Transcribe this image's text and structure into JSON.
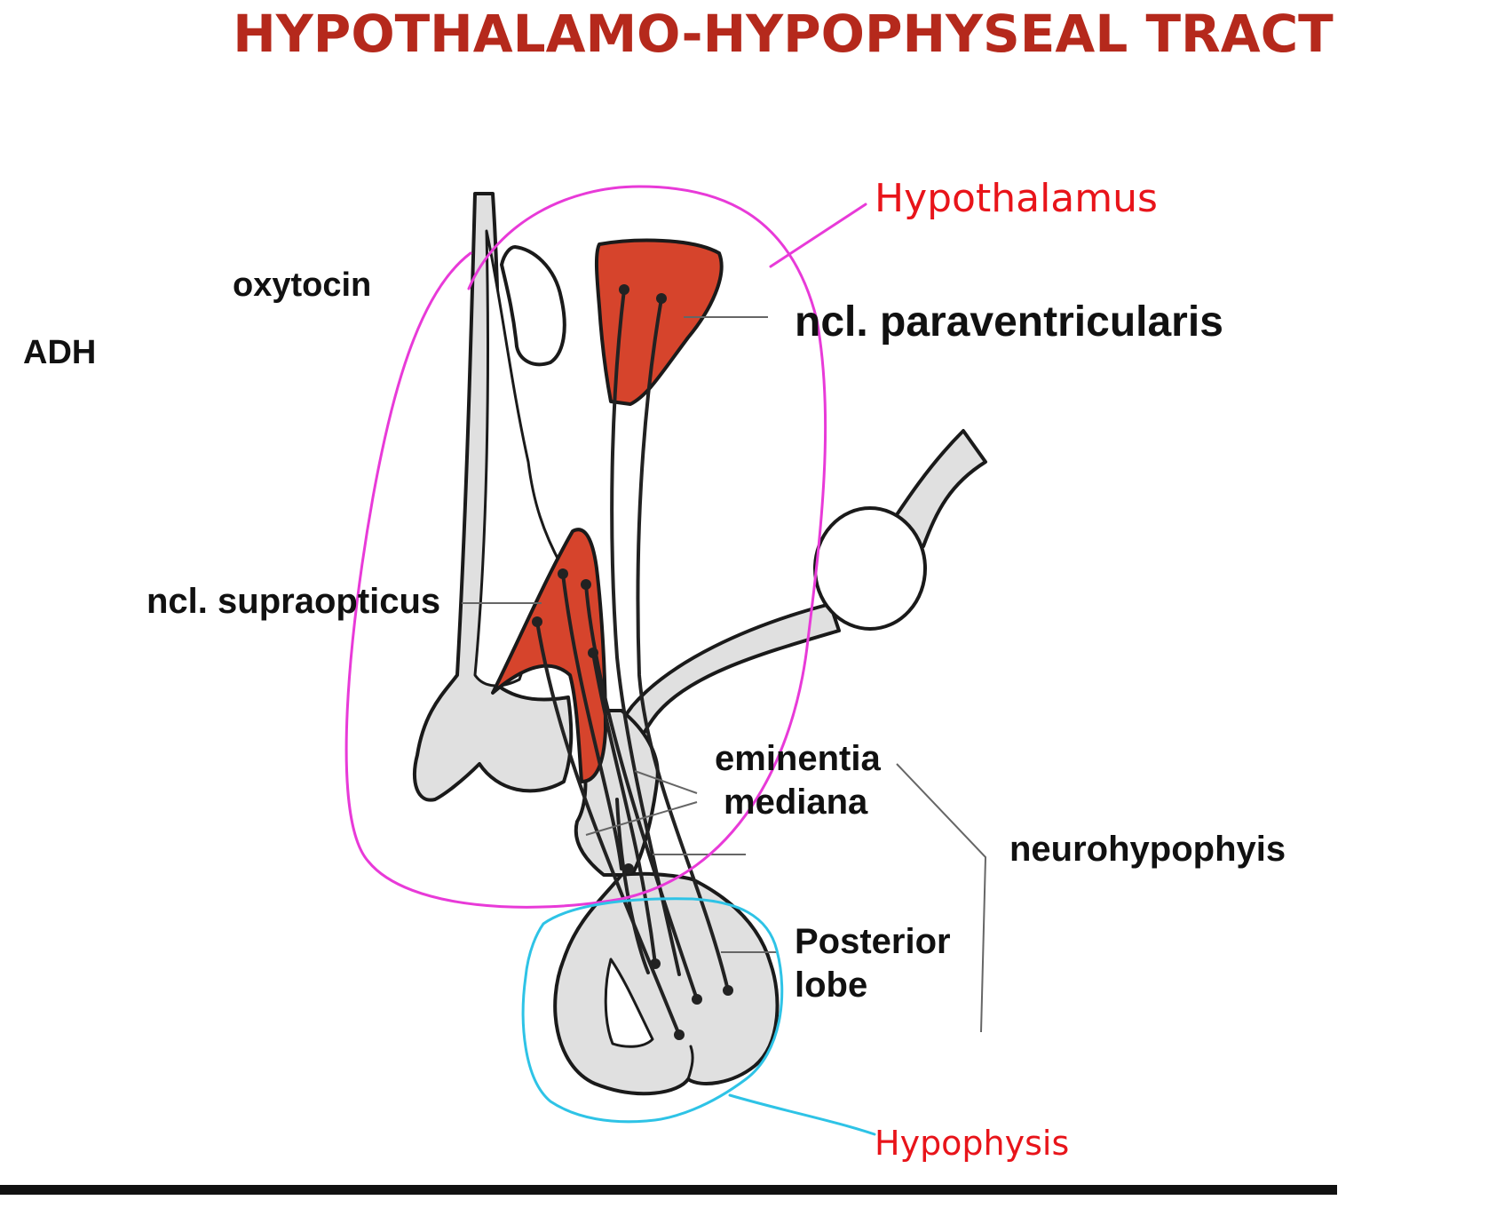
{
  "title": "HYPOTHALAMO-HYPOPHYSEAL TRACT",
  "labels": {
    "oxytocin": "oxytocin",
    "adh": "ADH",
    "paraventricularis": "ncl. paraventricularis",
    "supraopticus": "ncl. supraopticus",
    "eminentia_line1": "eminentia",
    "eminentia_line2": "mediana",
    "neurohypophysis": "neurohypophyis",
    "posterior_line1": "Posterior",
    "posterior_line2": "lobe"
  },
  "annotations": {
    "hypothalamus": "Hypothalamus",
    "hypophysis": "Hypophysis"
  },
  "colors": {
    "title": "#b5291c",
    "nucleus_fill": "#d6442c",
    "tissue_fill": "#e0e0e0",
    "outline": "#1a1a1a",
    "hypothalamus_marker": "#e83ad8",
    "hypophysis_marker": "#2ec3e6",
    "annotation_text": "#e8141a"
  }
}
